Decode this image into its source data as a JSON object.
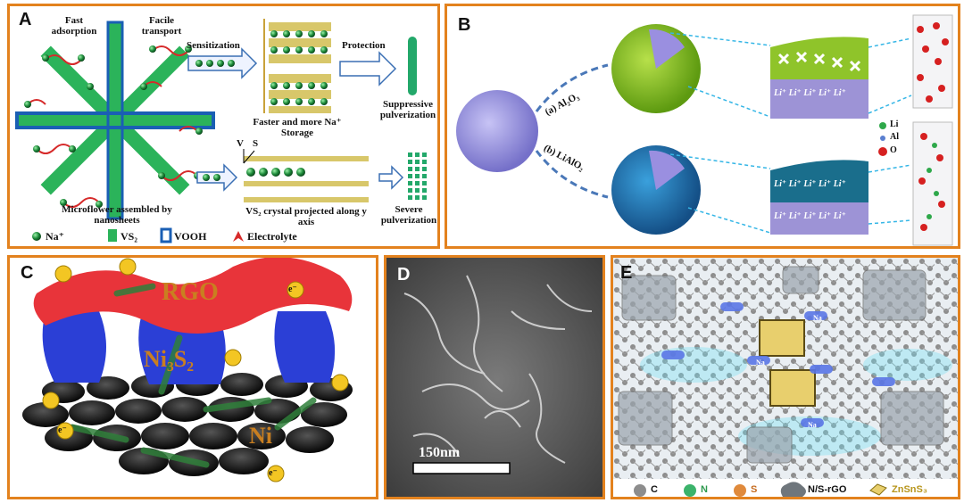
{
  "panels": {
    "a": {
      "label": "A",
      "fast_adsorption": "Fast adsorption",
      "facile_transport": "Facile transport",
      "sensitization": "Sensitization",
      "protection": "Protection",
      "storage": "Faster and more Na⁺ Storage",
      "suppressive": "Suppressive pulverization",
      "v_label": "V",
      "s_label": "S",
      "crystal": "VS₂ crystal projected along y axis",
      "microflower": "Microflower assembled by nanosheets",
      "severe": "Severe pulverization",
      "legend": {
        "na": "Na⁺",
        "vs2": "VS₂",
        "vooh": "VOOH",
        "electrolyte": "Electrolyte"
      }
    },
    "b": {
      "label": "B",
      "path_a": "(a) Al₂O₃",
      "path_b": "(b) LiAlO₂",
      "li_ion": "Li⁺",
      "legend": {
        "li": "Li",
        "al": "Al",
        "o": "O"
      }
    },
    "c": {
      "label": "C",
      "rgo": "RGO",
      "ni3s2": "Ni₃S₂",
      "ni": "Ni",
      "electron": "e⁻"
    },
    "d": {
      "label": "D",
      "scale": "150nm"
    },
    "e": {
      "label": "E",
      "na": "Na",
      "legend": {
        "c": "C",
        "n": "N",
        "s": "S",
        "nsrgo": "N/S-rGO",
        "znsns3": "ZnSnS₃"
      }
    }
  },
  "colors": {
    "border": "#e3821e",
    "vs2": "#1faa4f",
    "vooh": "#1a5fb4",
    "arrow": "#d62a2a",
    "al2o3_shell": "#7cb518",
    "lialo2_shell": "#1f6fb2"
  }
}
